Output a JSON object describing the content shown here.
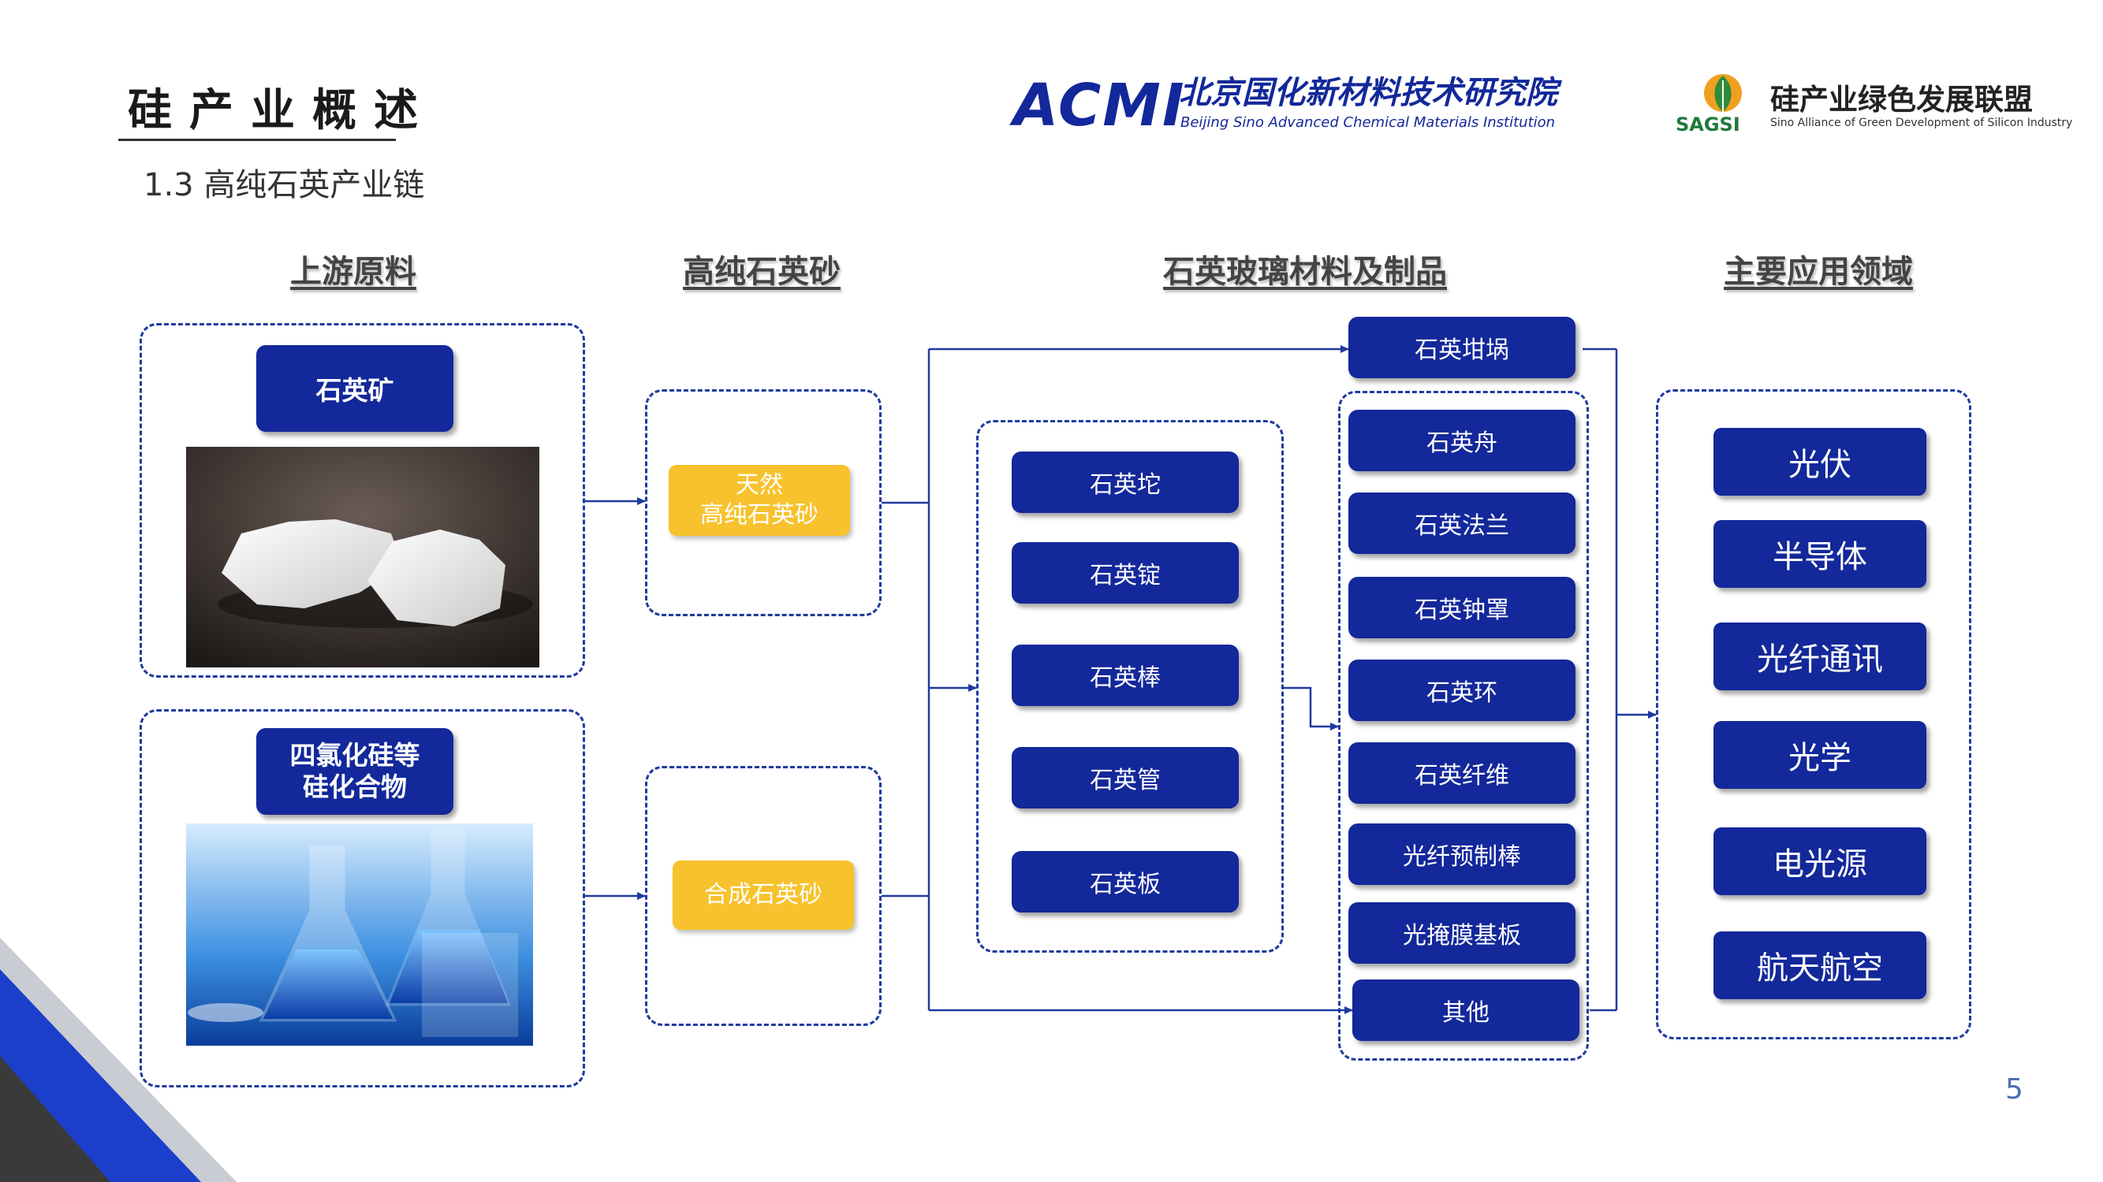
{
  "slide": {
    "title": "硅产业概述",
    "subtitle": "1.3 高纯石英产业链",
    "page_number": "5"
  },
  "logos": {
    "acmi": {
      "mark": "ACMI",
      "name_cn": "北京国化新材料技术研究院",
      "name_en": "Beijing Sino Advanced Chemical Materials Institution",
      "color": "#13289a"
    },
    "sagsi": {
      "mark": "SAGSI",
      "name_cn": "硅产业绿色发展联盟",
      "name_en": "Sino Alliance of Green Development of Silicon Industry",
      "color": "#1f7a3a"
    }
  },
  "columns": {
    "upstream": "上游原料",
    "sand": "高纯石英砂",
    "glass": "石英玻璃材料及制品",
    "apps": "主要应用领域"
  },
  "upstream": {
    "quartz_ore": "石英矿",
    "sicl4_line1": "四氯化硅等",
    "sicl4_line2": "硅化合物"
  },
  "sand": {
    "natural_line1": "天然",
    "natural_line2": "高纯石英砂",
    "synthetic": "合成石英砂"
  },
  "intermediate": [
    "石英坨",
    "石英锭",
    "石英棒",
    "石英管",
    "石英板"
  ],
  "products": {
    "crucible": "石英坩埚",
    "list": [
      "石英舟",
      "石英法兰",
      "石英钟罩",
      "石英环",
      "石英纤维",
      "光纤预制棒",
      "光掩膜基板"
    ],
    "other": "其他"
  },
  "applications": [
    "光伏",
    "半导体",
    "光纤通讯",
    "光学",
    "电光源",
    "航天航空"
  ],
  "colors": {
    "primary_blue": "#13289a",
    "yellow": "#f7c22d",
    "dash_border": "#1f3a9e"
  }
}
